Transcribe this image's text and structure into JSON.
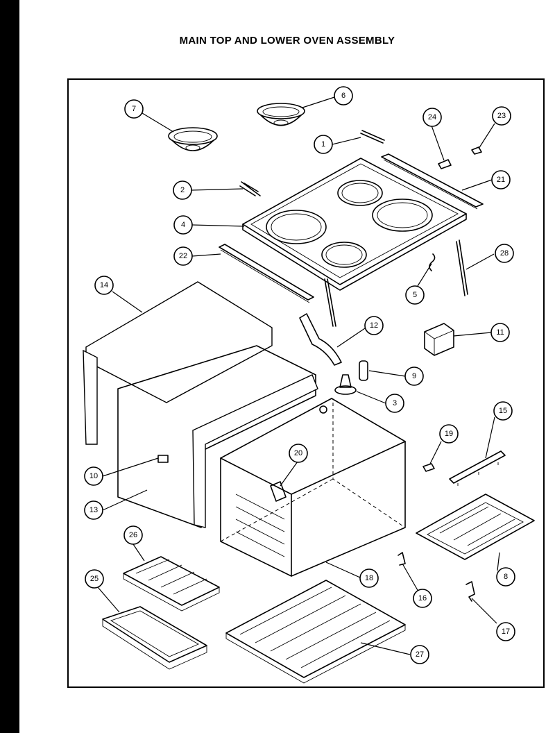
{
  "title": "MAIN TOP AND LOWER OVEN ASSEMBLY",
  "callouts": [
    "1",
    "2",
    "3",
    "4",
    "5",
    "6",
    "7",
    "8",
    "9",
    "10",
    "11",
    "12",
    "13",
    "14",
    "15",
    "16",
    "17",
    "18",
    "19",
    "20",
    "21",
    "22",
    "23",
    "24",
    "25",
    "26",
    "27",
    "28"
  ]
}
